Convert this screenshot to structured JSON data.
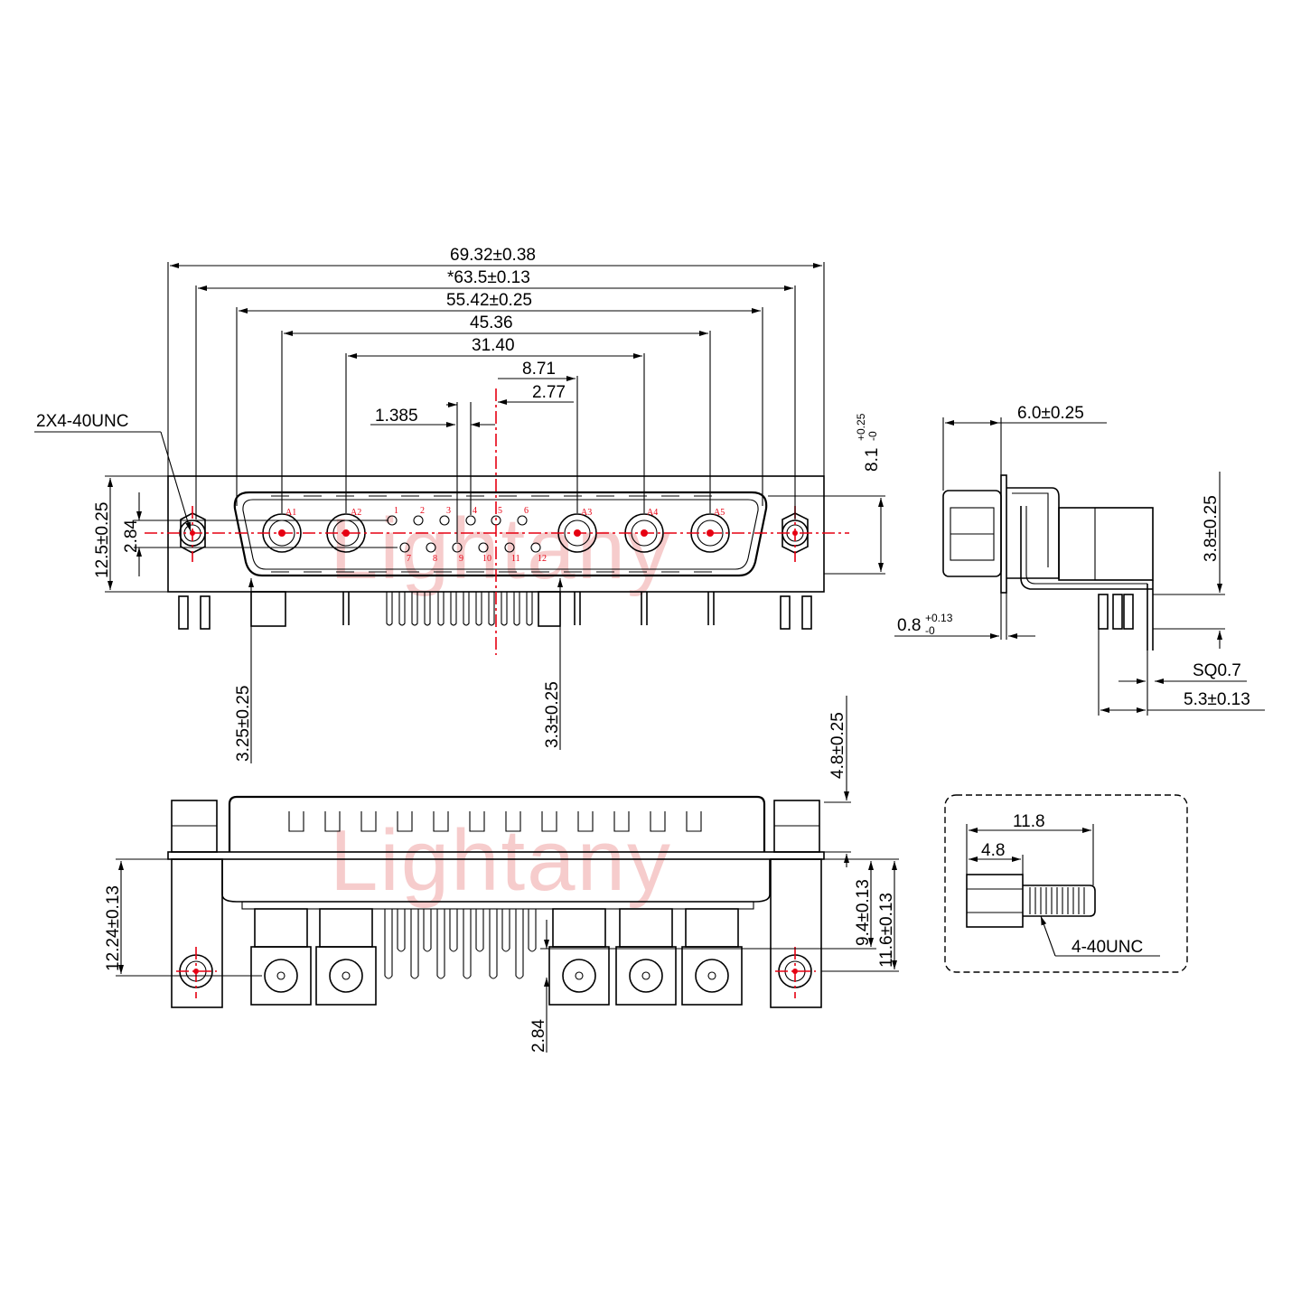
{
  "watermark": "Lightany",
  "front_view": {
    "callout": "2X4-40UNC",
    "dims_top": [
      "69.32±0.38",
      "*63.5±0.13",
      "55.42±0.25",
      "45.36",
      "31.40",
      "8.71",
      "2.77",
      "1.385"
    ],
    "dim_tol_81": {
      "base": "8.1",
      "plus": "+0.25",
      "minus": "-0"
    },
    "dim_left_outer": "12.5±0.25",
    "dim_left_inner": "2.84",
    "dim_bottom_left": "3.25±0.25",
    "dim_bottom_right": "3.3±0.25",
    "coax_labels": [
      "A1",
      "A2",
      "A3",
      "A4",
      "A5"
    ],
    "pin_labels_top": [
      "1",
      "2",
      "3",
      "4",
      "5",
      "6"
    ],
    "pin_labels_bottom": [
      "7",
      "8",
      "9",
      "10",
      "11",
      "12"
    ]
  },
  "side_view": {
    "dim_top": "6.0±0.25",
    "dim_right": "3.8±0.25",
    "dim_tol_08": {
      "base": "0.8",
      "plus": "+0.13",
      "minus": "-0"
    },
    "dim_sq": "SQ0.7",
    "dim_bottom": "5.3±0.13"
  },
  "bottom_view": {
    "dim_top_right": "4.8±0.25",
    "dim_left": "12.24±0.13",
    "dim_right_a": "9.4±0.13",
    "dim_right_b": "11.6±0.13",
    "dim_bottom": "2.84"
  },
  "detail_view": {
    "dim_long": "11.8",
    "dim_short": "4.8",
    "callout": "4-40UNC"
  }
}
